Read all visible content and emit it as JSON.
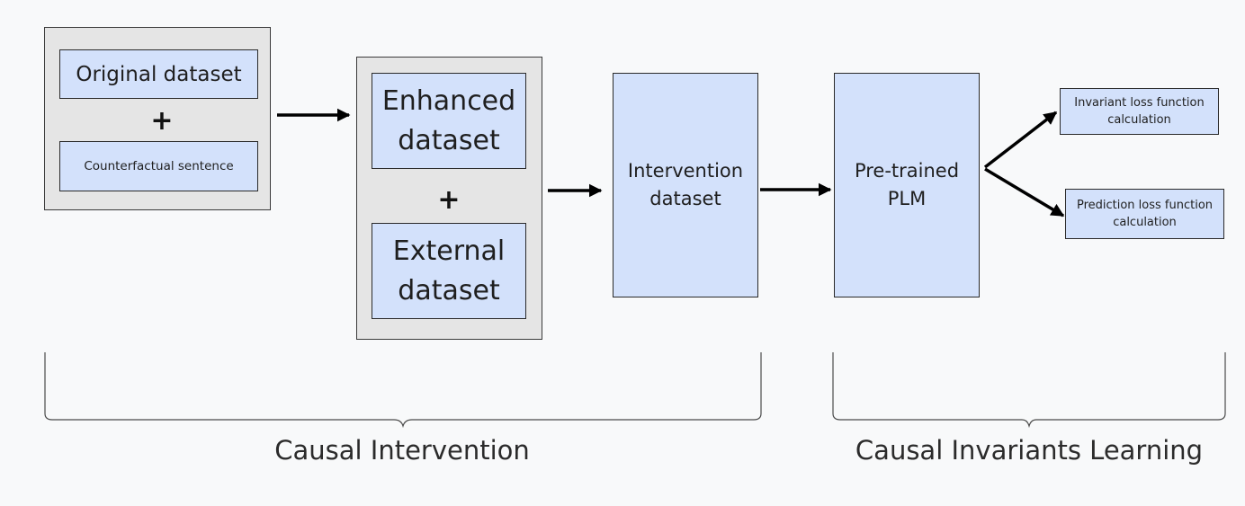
{
  "group1": {
    "original": "Original dataset",
    "plus": "+",
    "counterfactual": "Counterfactual sentence"
  },
  "group2": {
    "enhanced": "Enhanced dataset",
    "plus": "+",
    "external": "External dataset"
  },
  "intervention": "Intervention dataset",
  "plm": "Pre-trained PLM",
  "invariant_loss": "Invariant loss function calculation",
  "prediction_loss": "Prediction loss function calculation",
  "captions": {
    "left": "Causal Intervention",
    "right": "Causal Invariants Learning"
  },
  "colors": {
    "box_fill": "#d3e1fb",
    "group_fill": "#e5e5e5",
    "background": "#f8f9fa"
  }
}
